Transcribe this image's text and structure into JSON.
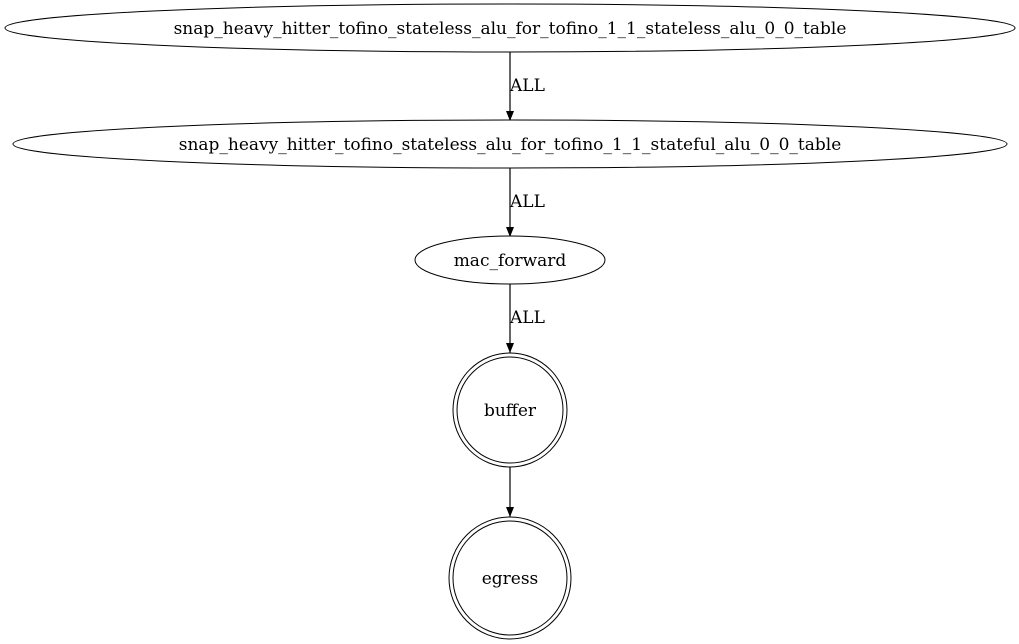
{
  "graph": {
    "nodes": [
      {
        "id": "n1",
        "label": "snap_heavy_hitter_tofino_stateless_alu_for_tofino_1_1_stateless_alu_0_0_table",
        "shape": "ellipse"
      },
      {
        "id": "n2",
        "label": "snap_heavy_hitter_tofino_stateless_alu_for_tofino_1_1_stateful_alu_0_0_table",
        "shape": "ellipse"
      },
      {
        "id": "n3",
        "label": "mac_forward",
        "shape": "ellipse"
      },
      {
        "id": "n4",
        "label": "buffer",
        "shape": "doublecircle"
      },
      {
        "id": "n5",
        "label": "egress",
        "shape": "doublecircle"
      }
    ],
    "edges": [
      {
        "from": "n1",
        "to": "n2",
        "label": "ALL"
      },
      {
        "from": "n2",
        "to": "n3",
        "label": "ALL"
      },
      {
        "from": "n3",
        "to": "n4",
        "label": "ALL"
      },
      {
        "from": "n4",
        "to": "n5",
        "label": ""
      }
    ],
    "colors": {
      "stroke": "#000000",
      "fill": "#ffffff",
      "background": "#ffffff"
    }
  }
}
